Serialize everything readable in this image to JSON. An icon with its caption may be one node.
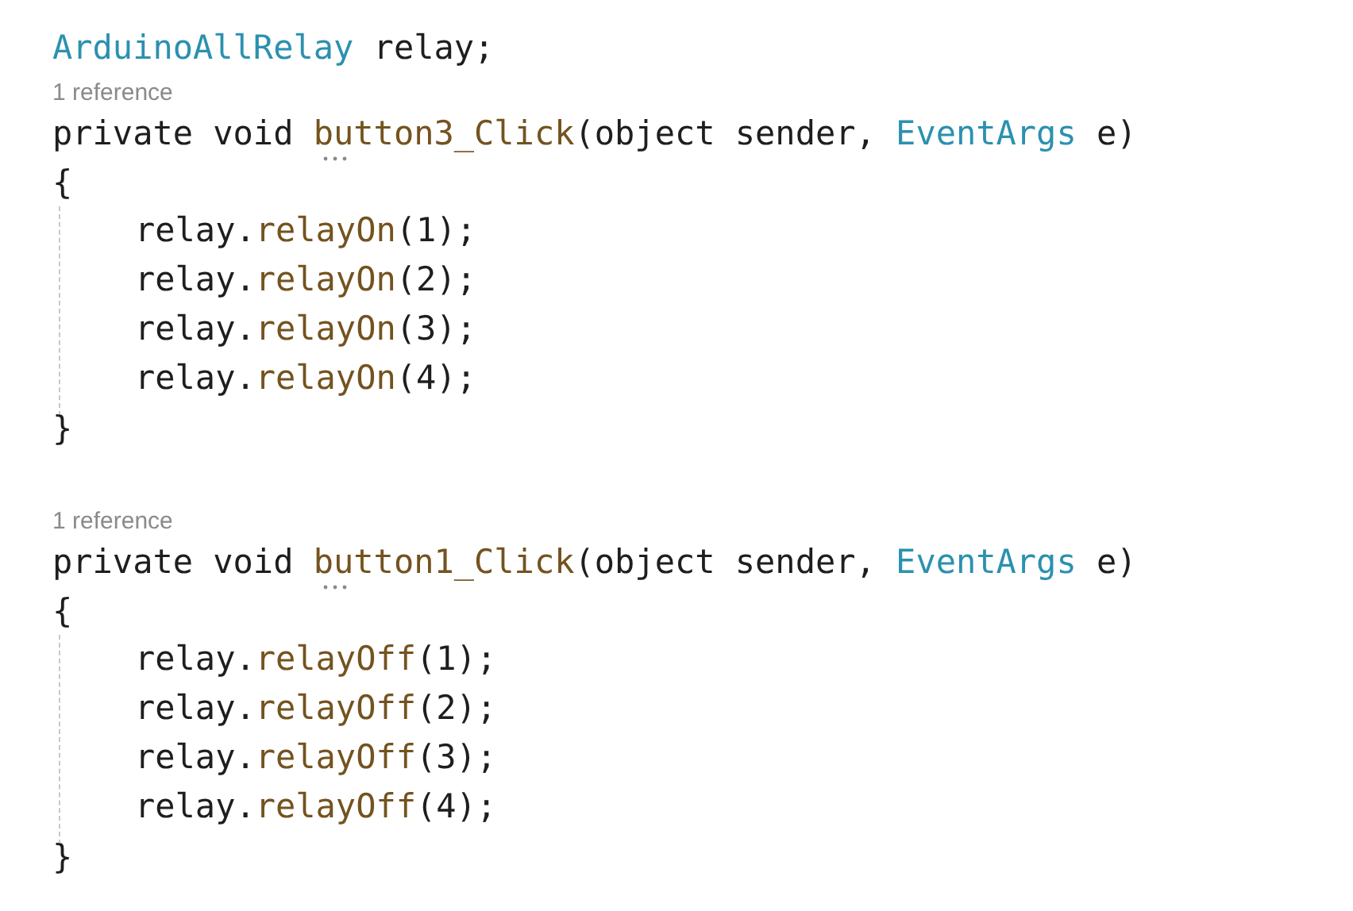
{
  "diagram": {
    "labels": [
      "ArduinoAllRelay relay;",
      "1 reference",
      "private void button3_Click(object sender, EventArgs e)",
      "{",
      "relay.relayOn(1);",
      "relay.relayOn(2);",
      "relay.relayOn(3);",
      "relay.relayOn(4);",
      "}",
      "1 reference",
      "private void button1_Click(object sender, EventArgs e)",
      "{",
      "relay.relayOff(1);",
      "relay.relayOff(2);",
      "relay.relayOff(3);",
      "relay.relayOff(4);",
      "}"
    ]
  }
}
